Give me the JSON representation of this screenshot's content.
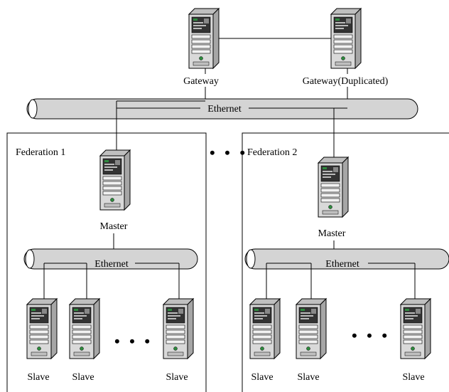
{
  "diagram": {
    "gateways": [
      {
        "label": "Gateway"
      },
      {
        "label": "Gateway(Duplicated)"
      }
    ],
    "top_network": {
      "label": "Ethernet"
    },
    "separator": "• • •",
    "federations": [
      {
        "title": "Federation 1",
        "master_label": "Master",
        "network_label": "Ethernet",
        "slaves": [
          "Slave",
          "Slave",
          "Slave"
        ],
        "slave_gap": "• • •"
      },
      {
        "title": "Federation 2",
        "master_label": "Master",
        "network_label": "Ethernet",
        "slaves": [
          "Slave",
          "Slave",
          "Slave"
        ],
        "slave_gap": "• • •"
      }
    ]
  },
  "colors": {
    "line": "#000000",
    "server_body": "#d9d9d9",
    "server_face": "#f2f2f2",
    "pipe_fill": "#d4d4d4",
    "screen_green": "#2e8b3e"
  },
  "icons": [
    "server-icon",
    "ethernet-cable-icon"
  ]
}
